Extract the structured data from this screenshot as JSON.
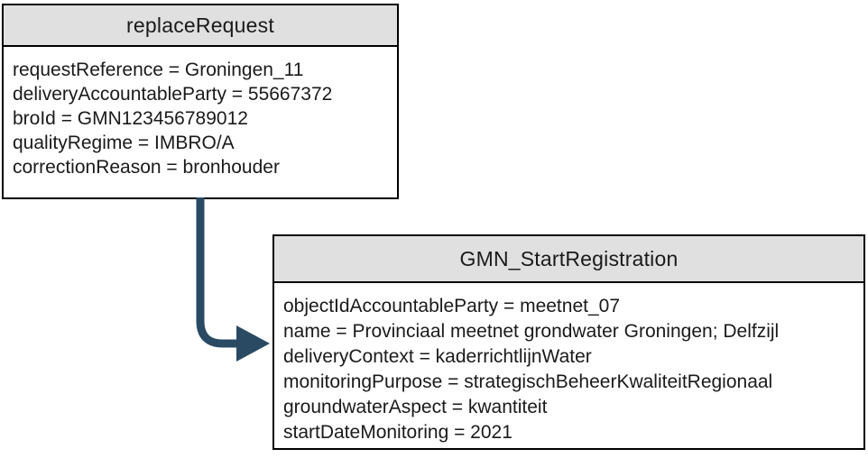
{
  "replace_request": {
    "title": "replaceRequest",
    "fields": [
      "requestReference = Groningen_11",
      "deliveryAccountableParty = 55667372",
      "broId = GMN123456789012",
      "qualityRegime = IMBRO/A",
      "correctionReason = bronhouder"
    ]
  },
  "gmn_start_registration": {
    "title": "GMN_StartRegistration",
    "fields": [
      "objectIdAccountableParty = meetnet_07",
      "name = Provinciaal meetnet grondwater Groningen; Delfzijl",
      "deliveryContext = kaderrichtlijnWater",
      "monitoringPurpose = strategischBeheerKwaliteitRegionaal",
      "groundwaterAspect = kwantiteit",
      "startDateMonitoring = 2021"
    ]
  },
  "arrow": {
    "from": "replaceRequest",
    "to": "GMN_StartRegistration"
  },
  "colors": {
    "arrow": "#2a4a63",
    "node_header_fill": "#e0e0e0",
    "node_border": "#000000"
  }
}
